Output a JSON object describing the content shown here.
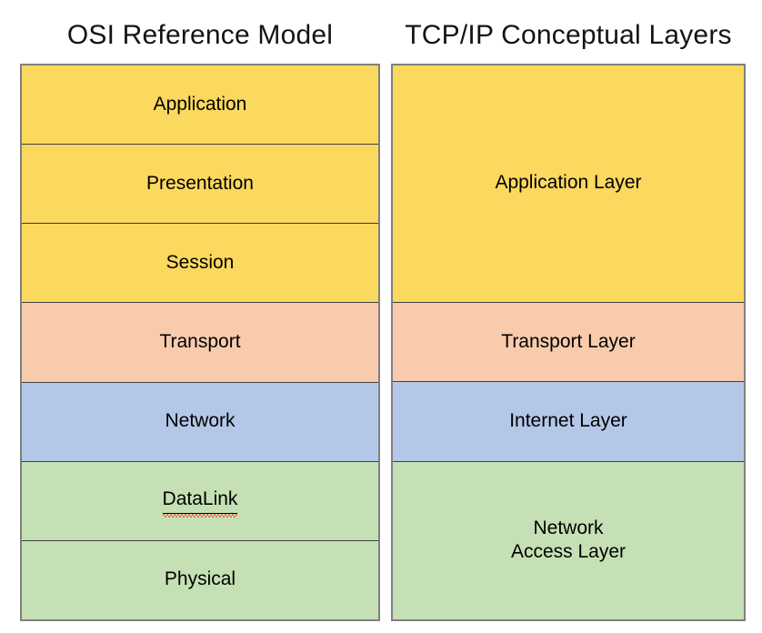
{
  "diagram": {
    "title_left": "OSI Reference Model",
    "title_right": "TCP/IP Conceptual Layers",
    "colors": {
      "application": "#fbd85e",
      "transport": "#f7cbac",
      "network": "#b4c7e7",
      "link": "#c5e0b4",
      "outer_border": "#7f7f7f",
      "inner_divider": "#3f3f3f",
      "spellcheck_underline": "#ff0000",
      "background": "#ffffff",
      "text": "#000000"
    }
  },
  "osi": {
    "title": "OSI Reference Model",
    "layers": [
      {
        "label": "Application",
        "color": "#fbd85e",
        "rows": 1
      },
      {
        "label": "Presentation",
        "color": "#fbd85e",
        "rows": 1
      },
      {
        "label": "Session",
        "color": "#fbd85e",
        "rows": 1
      },
      {
        "label": "Transport",
        "color": "#f7cbac",
        "rows": 1
      },
      {
        "label": "Network",
        "color": "#b4c7e7",
        "rows": 1
      },
      {
        "label": "DataLink",
        "color": "#c5e0b4",
        "rows": 1,
        "misspelled": true
      },
      {
        "label": "Physical",
        "color": "#c5e0b4",
        "rows": 1
      }
    ]
  },
  "tcpip": {
    "title": "TCP/IP Conceptual Layers",
    "layers": [
      {
        "label": "Application Layer",
        "color": "#fbd85e",
        "rows": 3
      },
      {
        "label": "Transport Layer",
        "color": "#f7cbac",
        "rows": 1
      },
      {
        "label": "Internet Layer",
        "color": "#b4c7e7",
        "rows": 1
      },
      {
        "label": "Network\nAccess Layer",
        "color": "#c5e0b4",
        "rows": 2
      }
    ]
  }
}
